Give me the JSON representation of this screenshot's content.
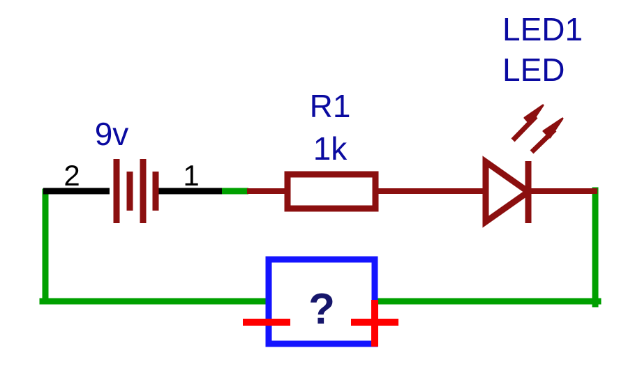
{
  "diagram": {
    "title": "simple-led-circuit-schematic",
    "background_color": "#ffffff",
    "colors": {
      "component_red": "#8b0f0f",
      "wire_green": "#00a000",
      "wire_black": "#000000",
      "label_blue": "#0a0aa0",
      "box_blue": "#1414ff",
      "marker_red": "#ff0000",
      "question_navy": "#16166b"
    },
    "components": [
      {
        "id": "battery",
        "type": "battery-symbol",
        "name": "battery",
        "value_label": "9v",
        "pin_labels": [
          "2",
          "1"
        ],
        "plate_count": 4
      },
      {
        "id": "resistor",
        "type": "resistor-symbol",
        "name": "R1",
        "ref_label": "R1",
        "value_label": "1k"
      },
      {
        "id": "led",
        "type": "led-symbol",
        "name": "LED1",
        "ref_label": "LED1",
        "value_label": "LED",
        "emission_arrows": 2
      },
      {
        "id": "unknown",
        "type": "unknown-component-box",
        "name": "unknown-component",
        "symbol_label": "?",
        "polarity_left": "-",
        "polarity_right": "+"
      }
    ],
    "nets": [
      {
        "name": "battery-negative-to-bottom-rail",
        "color": "#00a000"
      },
      {
        "name": "battery-pin1-to-resistor",
        "color": "#000000"
      },
      {
        "name": "resistor-to-led-anode",
        "color": "#8b0f0f"
      },
      {
        "name": "led-cathode-to-right-rail",
        "color": "#00a000"
      },
      {
        "name": "bottom-rail",
        "color": "#00a000"
      }
    ]
  },
  "labels": {
    "battery_value": "9v",
    "battery_pin_left": "2",
    "battery_pin_right": "1",
    "resistor_ref": "R1",
    "resistor_value": "1k",
    "led_ref": "LED1",
    "led_value": "LED",
    "unknown_symbol": "?"
  }
}
